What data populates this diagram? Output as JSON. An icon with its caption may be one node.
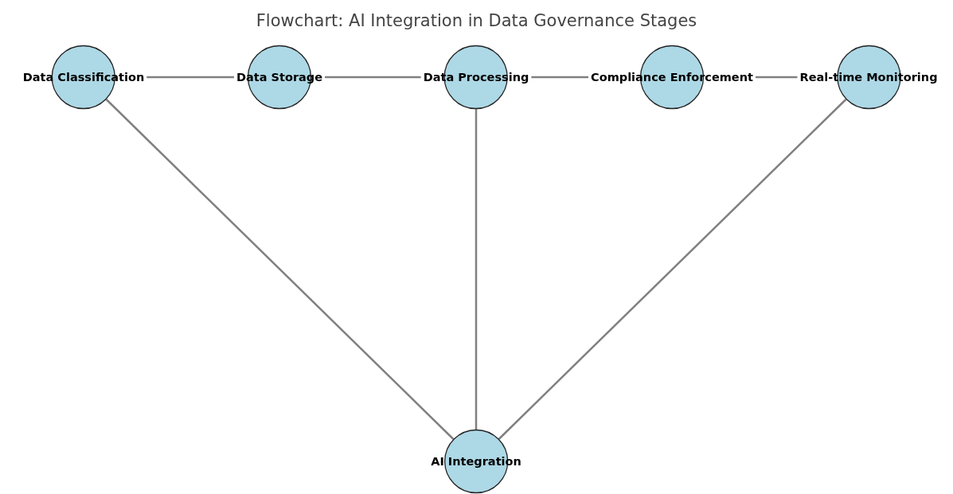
{
  "diagram": {
    "title": "Flowchart: AI Integration in Data Governance Stages",
    "nodes": [
      {
        "text": [
          "Data Classification"
        ]
      },
      {
        "text": [
          "Data Storage"
        ]
      },
      {
        "text": [
          "Data Processing"
        ]
      },
      {
        "text": [
          "Compliance Enforcement"
        ]
      },
      {
        "text": [
          "Real-time Monitoring"
        ]
      },
      {
        "text": [
          "AI Integration"
        ]
      }
    ],
    "edges": [
      {
        "from": 0,
        "to": 1,
        "arrow": "none"
      },
      {
        "from": 1,
        "to": 2,
        "arrow": "none"
      },
      {
        "from": 2,
        "to": 3,
        "arrow": "none"
      },
      {
        "from": 3,
        "to": 4,
        "arrow": "none"
      },
      {
        "from": 0,
        "to": 5,
        "arrow": "none"
      },
      {
        "from": 2,
        "to": 5,
        "arrow": "none"
      },
      {
        "from": 4,
        "to": 5,
        "arrow": "none"
      }
    ]
  }
}
